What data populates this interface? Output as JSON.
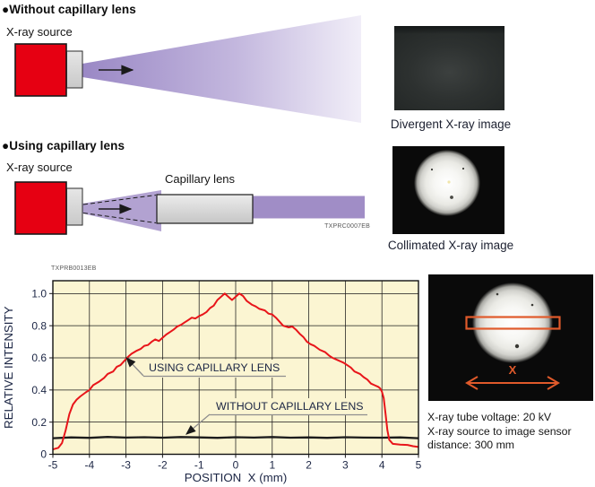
{
  "sections": {
    "without": {
      "heading": "●Without capillary lens",
      "source_label": "X-ray source",
      "image_caption": "Divergent X-ray image"
    },
    "using": {
      "heading": "●Using capillary lens",
      "source_label": "X-ray source",
      "lens_label": "Capillary lens",
      "code": "TXPRC0007EB",
      "image_caption": "Collimated X-ray image"
    }
  },
  "chart": {
    "code": "TXPRB0013EB"
  },
  "chart_data": {
    "type": "line",
    "title": "",
    "xlabel": "POSITION  X (mm)",
    "ylabel": "RELATIVE INTENSITY",
    "xlim": [
      -5,
      5
    ],
    "ylim": [
      0,
      1.08
    ],
    "x_ticks": [
      -5,
      -4,
      -3,
      -2,
      -1,
      0,
      1,
      2,
      3,
      4,
      5
    ],
    "y_ticks": [
      0,
      0.2,
      0.4,
      0.6,
      0.8,
      1.0
    ],
    "grid": true,
    "legend_position": "inline-callouts",
    "background": "#fbf5d2",
    "series": [
      {
        "name": "USING CAPILLARY LENS",
        "color": "#e8151a",
        "points": [
          [
            -5,
            0.03
          ],
          [
            -4.85,
            0.04
          ],
          [
            -4.75,
            0.07
          ],
          [
            -4.65,
            0.15
          ],
          [
            -4.55,
            0.25
          ],
          [
            -4.45,
            0.31
          ],
          [
            -4.35,
            0.34
          ],
          [
            -4.25,
            0.36
          ],
          [
            -4.1,
            0.385
          ],
          [
            -4,
            0.4
          ],
          [
            -3.9,
            0.43
          ],
          [
            -3.75,
            0.45
          ],
          [
            -3.6,
            0.475
          ],
          [
            -3.5,
            0.5
          ],
          [
            -3.35,
            0.515
          ],
          [
            -3.25,
            0.545
          ],
          [
            -3.15,
            0.555
          ],
          [
            -3.05,
            0.58
          ],
          [
            -2.95,
            0.605
          ],
          [
            -2.85,
            0.625
          ],
          [
            -2.7,
            0.645
          ],
          [
            -2.6,
            0.655
          ],
          [
            -2.5,
            0.675
          ],
          [
            -2.4,
            0.68
          ],
          [
            -2.3,
            0.7
          ],
          [
            -2.2,
            0.715
          ],
          [
            -2.1,
            0.705
          ],
          [
            -2,
            0.725
          ],
          [
            -1.9,
            0.745
          ],
          [
            -1.8,
            0.76
          ],
          [
            -1.7,
            0.775
          ],
          [
            -1.6,
            0.795
          ],
          [
            -1.5,
            0.805
          ],
          [
            -1.4,
            0.82
          ],
          [
            -1.3,
            0.835
          ],
          [
            -1.2,
            0.85
          ],
          [
            -1.1,
            0.845
          ],
          [
            -1,
            0.86
          ],
          [
            -0.9,
            0.87
          ],
          [
            -0.8,
            0.885
          ],
          [
            -0.7,
            0.91
          ],
          [
            -0.6,
            0.925
          ],
          [
            -0.5,
            0.96
          ],
          [
            -0.4,
            0.98
          ],
          [
            -0.3,
            1.0
          ],
          [
            -0.2,
            0.98
          ],
          [
            -0.1,
            0.96
          ],
          [
            0,
            0.98
          ],
          [
            0.1,
            1.0
          ],
          [
            0.2,
            0.985
          ],
          [
            0.3,
            0.955
          ],
          [
            0.45,
            0.93
          ],
          [
            0.55,
            0.92
          ],
          [
            0.65,
            0.905
          ],
          [
            0.8,
            0.895
          ],
          [
            0.9,
            0.875
          ],
          [
            1,
            0.87
          ],
          [
            1.1,
            0.85
          ],
          [
            1.2,
            0.825
          ],
          [
            1.3,
            0.8
          ],
          [
            1.45,
            0.79
          ],
          [
            1.55,
            0.795
          ],
          [
            1.65,
            0.775
          ],
          [
            1.75,
            0.75
          ],
          [
            1.85,
            0.73
          ],
          [
            1.95,
            0.7
          ],
          [
            2.05,
            0.685
          ],
          [
            2.15,
            0.675
          ],
          [
            2.3,
            0.65
          ],
          [
            2.45,
            0.635
          ],
          [
            2.55,
            0.615
          ],
          [
            2.65,
            0.6
          ],
          [
            2.8,
            0.585
          ],
          [
            2.95,
            0.57
          ],
          [
            3.05,
            0.555
          ],
          [
            3.15,
            0.54
          ],
          [
            3.25,
            0.515
          ],
          [
            3.4,
            0.5
          ],
          [
            3.5,
            0.48
          ],
          [
            3.6,
            0.465
          ],
          [
            3.7,
            0.44
          ],
          [
            3.8,
            0.43
          ],
          [
            3.9,
            0.42
          ],
          [
            3.95,
            0.41
          ],
          [
            4.0,
            0.39
          ],
          [
            4.05,
            0.35
          ],
          [
            4.1,
            0.25
          ],
          [
            4.15,
            0.15
          ],
          [
            4.2,
            0.09
          ],
          [
            4.3,
            0.065
          ],
          [
            4.5,
            0.06
          ],
          [
            4.7,
            0.058
          ],
          [
            4.85,
            0.05
          ],
          [
            5,
            0.045
          ]
        ]
      },
      {
        "name": "WITHOUT CAPILLARY LENS",
        "color": "#1c1c1c",
        "points": [
          [
            -5,
            0.1
          ],
          [
            -4.5,
            0.105
          ],
          [
            -4,
            0.102
          ],
          [
            -3.5,
            0.108
          ],
          [
            -3,
            0.104
          ],
          [
            -2.5,
            0.106
          ],
          [
            -2,
            0.103
          ],
          [
            -1.5,
            0.107
          ],
          [
            -1,
            0.105
          ],
          [
            -0.5,
            0.102
          ],
          [
            0,
            0.106
          ],
          [
            0.5,
            0.104
          ],
          [
            1,
            0.107
          ],
          [
            1.5,
            0.103
          ],
          [
            2,
            0.105
          ],
          [
            2.5,
            0.102
          ],
          [
            3,
            0.106
          ],
          [
            3.5,
            0.104
          ],
          [
            4,
            0.103
          ],
          [
            4.5,
            0.105
          ],
          [
            5,
            0.1
          ]
        ]
      }
    ],
    "annotations": [
      {
        "text": "USING CAPILLARY LENS",
        "target": [
          -2.99,
          0.6
        ]
      },
      {
        "text": "WITHOUT CAPILLARY LENS",
        "target": [
          -1.35,
          0.125
        ]
      }
    ]
  },
  "measurement": {
    "x_marker": "X",
    "notes": [
      "X-ray tube voltage: 20 kV",
      "X-ray source to image sensor",
      "distance: 300 mm"
    ]
  },
  "colors": {
    "source_red": "#e60012",
    "beam_purple_dark": "#9a88c5",
    "beam_purple_light": "#f1eef8",
    "beam_triangle": "#b2a2d1",
    "beam_collimated": "#a08dc6",
    "lens_gray": "#d9d9d9",
    "marker_orange": "#e05a2b",
    "chart_text": "#1b2544"
  }
}
